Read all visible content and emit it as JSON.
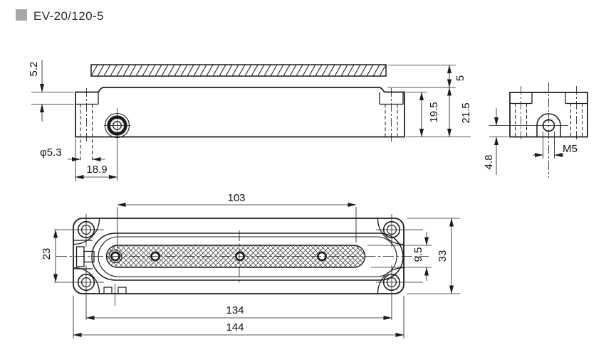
{
  "page": {
    "background": "#ffffff"
  },
  "header": {
    "title": "EV-20/120-5",
    "bullet_color": "#a8a8a8"
  },
  "colors": {
    "outline": "#1b1b1b",
    "dimension_line": "#222222",
    "text": "#111111"
  },
  "dims": {
    "side": {
      "counterbore_depth": "5.2",
      "hole_diameter": "φ5.3",
      "screw_center_offset": "18.9",
      "pad_thickness": "5",
      "body_height": "19.5",
      "total_height": "21.5"
    },
    "end": {
      "hole_center_height": "4.8",
      "thread_size": "M5"
    },
    "plan": {
      "slot_length": "103",
      "hole_spacing_across": "23",
      "slot_width": "9.5",
      "body_width": "33",
      "hole_spacing_along": "134",
      "overall_length": "144"
    }
  }
}
